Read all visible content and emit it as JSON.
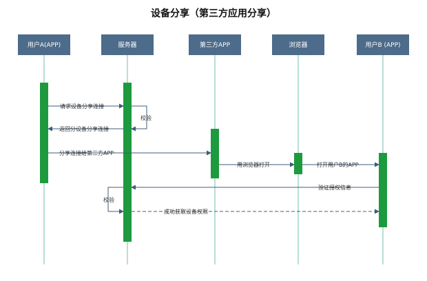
{
  "title": "设备分享（第三方应用分享）",
  "colors": {
    "actor": "#4d6b8a",
    "lifeline": "#6fbfb0",
    "activation": "#1e9a3e",
    "arrow": "#3c5d7c"
  },
  "participants": [
    {
      "id": "userA",
      "label": "用户A(APP)"
    },
    {
      "id": "server",
      "label": "服务器"
    },
    {
      "id": "thirdApp",
      "label": "第三方APP"
    },
    {
      "id": "browser",
      "label": "浏览器"
    },
    {
      "id": "userB",
      "label": "用户B (APP)"
    }
  ],
  "messages": [
    {
      "id": "m1",
      "label": "请求设备分享连接"
    },
    {
      "id": "m2",
      "label": "校验"
    },
    {
      "id": "m3",
      "label": "返回分设备分享连接"
    },
    {
      "id": "m4",
      "label": "分享连接给第三方APP"
    },
    {
      "id": "m5",
      "label": "用浏览器打开"
    },
    {
      "id": "m6",
      "label": "打开用户B的APP"
    },
    {
      "id": "m7",
      "label": "验证授权信息"
    },
    {
      "id": "m8",
      "label": "校验"
    },
    {
      "id": "m9",
      "label": "成功获取设备权限"
    }
  ]
}
